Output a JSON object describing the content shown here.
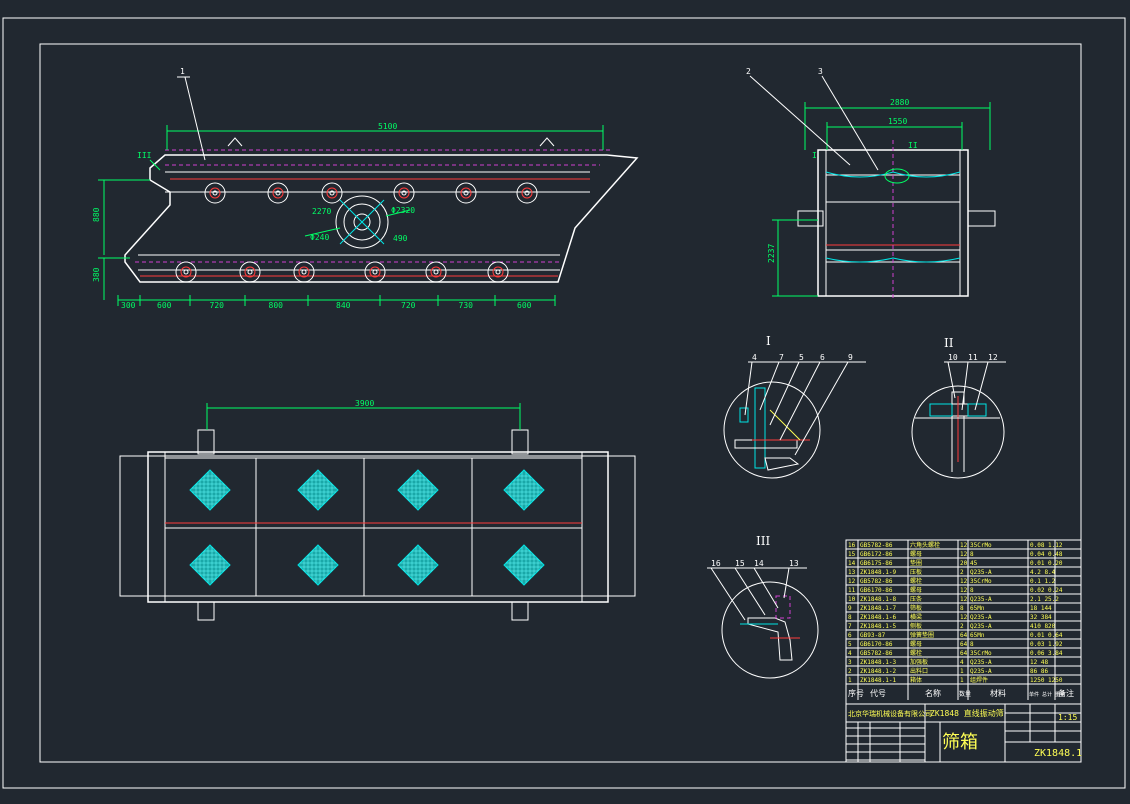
{
  "drawing": {
    "front_view": {
      "callout": "1",
      "detail_ref": "III",
      "dim_overall": "5100",
      "dim_left_height": "880",
      "dim_lower_height": "380",
      "bottom_dims": [
        "300",
        "600",
        "720",
        "800",
        "840",
        "720",
        "730",
        "600"
      ],
      "center_labels": [
        "2270",
        "Φ2320",
        "Φ240",
        "490"
      ]
    },
    "side_view": {
      "callouts": [
        "2",
        "3"
      ],
      "dim_width_outer": "2880",
      "dim_width_inner": "1550",
      "dim_height": "2237",
      "detail_refs": [
        "I",
        "II"
      ]
    },
    "top_view": {
      "dim_top": "3900"
    },
    "details": [
      {
        "title": "I",
        "callouts": [
          "4",
          "7",
          "5",
          "6",
          "9"
        ]
      },
      {
        "title": "II",
        "callouts": [
          "10",
          "11",
          "12"
        ]
      },
      {
        "title": "III",
        "callouts": [
          "16",
          "15",
          "14",
          "13"
        ]
      }
    ],
    "title_block": {
      "title": "筛箱",
      "subtitle": "ZK1848 直线振动筛",
      "company": "北京华瑞机械设备有限公司",
      "drawing_no": "ZK1848.1",
      "scale": "1:15",
      "header": {
        "seq": "序号",
        "code": "代号",
        "name": "名称",
        "qty": "数量",
        "material": "材料",
        "weight": "单件 总计 重量",
        "remark": "备注"
      },
      "rows": [
        {
          "seq": "16",
          "code": "GB5782-86",
          "name": "六角头螺栓",
          "qty": "12",
          "material": "35CrMo",
          "weight": "0.08 1.12"
        },
        {
          "seq": "15",
          "code": "GB6172-86",
          "name": "螺母",
          "qty": "12",
          "material": "8",
          "weight": "0.04 0.48"
        },
        {
          "seq": "14",
          "code": "GB6175-86",
          "name": "垫圈",
          "qty": "20",
          "material": "45",
          "weight": "0.01 0.20"
        },
        {
          "seq": "13",
          "code": "ZK1848.1-9",
          "name": "压板",
          "qty": "2",
          "material": "Q235-A",
          "weight": "4.2 8.4"
        },
        {
          "seq": "12",
          "code": "GB5782-86",
          "name": "螺栓",
          "qty": "12",
          "material": "35CrMo",
          "weight": "0.1 1.2"
        },
        {
          "seq": "11",
          "code": "GB6170-86",
          "name": "螺母",
          "qty": "12",
          "material": "8",
          "weight": "0.02 0.24"
        },
        {
          "seq": "10",
          "code": "ZK1848.1-8",
          "name": "压条",
          "qty": "12",
          "material": "Q235-A",
          "weight": "2.1 25.2"
        },
        {
          "seq": "9",
          "code": "ZK1848.1-7",
          "name": "筛板",
          "qty": "8",
          "material": "65Mn",
          "weight": "18 144"
        },
        {
          "seq": "8",
          "code": "ZK1848.1-6",
          "name": "横梁",
          "qty": "12",
          "material": "Q235-A",
          "weight": "32 384"
        },
        {
          "seq": "7",
          "code": "ZK1848.1-5",
          "name": "侧板",
          "qty": "2",
          "material": "Q235-A",
          "weight": "410 820"
        },
        {
          "seq": "6",
          "code": "GB93-87",
          "name": "弹簧垫圈",
          "qty": "64",
          "material": "65Mn",
          "weight": "0.01 0.64"
        },
        {
          "seq": "5",
          "code": "GB6170-86",
          "name": "螺母",
          "qty": "64",
          "material": "8",
          "weight": "0.03 1.92"
        },
        {
          "seq": "4",
          "code": "GB5782-86",
          "name": "螺栓",
          "qty": "64",
          "material": "35CrMo",
          "weight": "0.06 3.84"
        },
        {
          "seq": "3",
          "code": "ZK1848.1-3",
          "name": "加强板",
          "qty": "4",
          "material": "Q235-A",
          "weight": "12 48"
        },
        {
          "seq": "2",
          "code": "ZK1848.1-2",
          "name": "出料口",
          "qty": "1",
          "material": "Q235-A",
          "weight": "86 86"
        },
        {
          "seq": "1",
          "code": "ZK1848.1-1",
          "name": "箱体",
          "qty": "1",
          "material": "组焊件",
          "weight": "1250 1250"
        }
      ]
    }
  }
}
